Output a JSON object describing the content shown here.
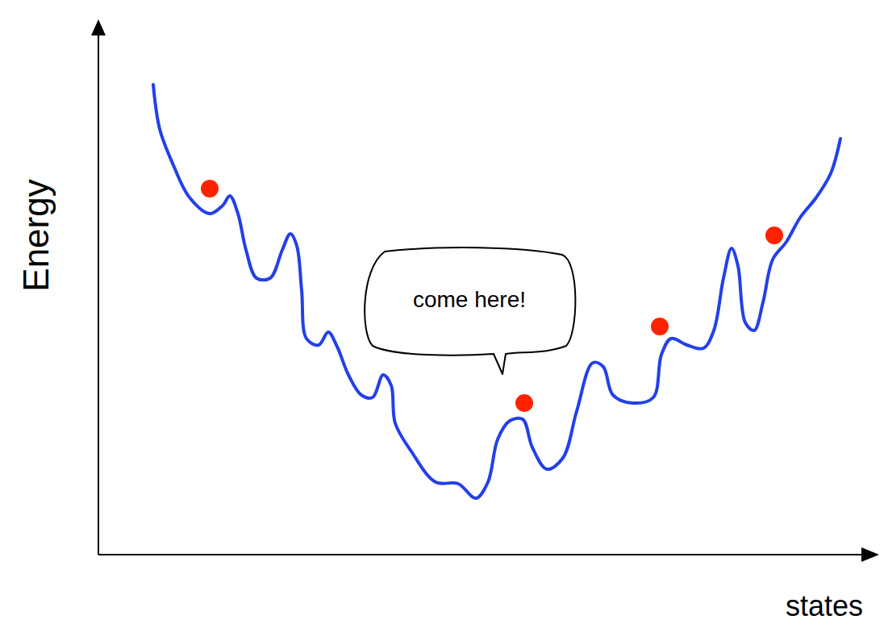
{
  "diagram": {
    "nodes": [
      {
        "text": [
          "come here!"
        ]
      }
    ],
    "labels": [
      "Energy",
      "states"
    ]
  }
}
